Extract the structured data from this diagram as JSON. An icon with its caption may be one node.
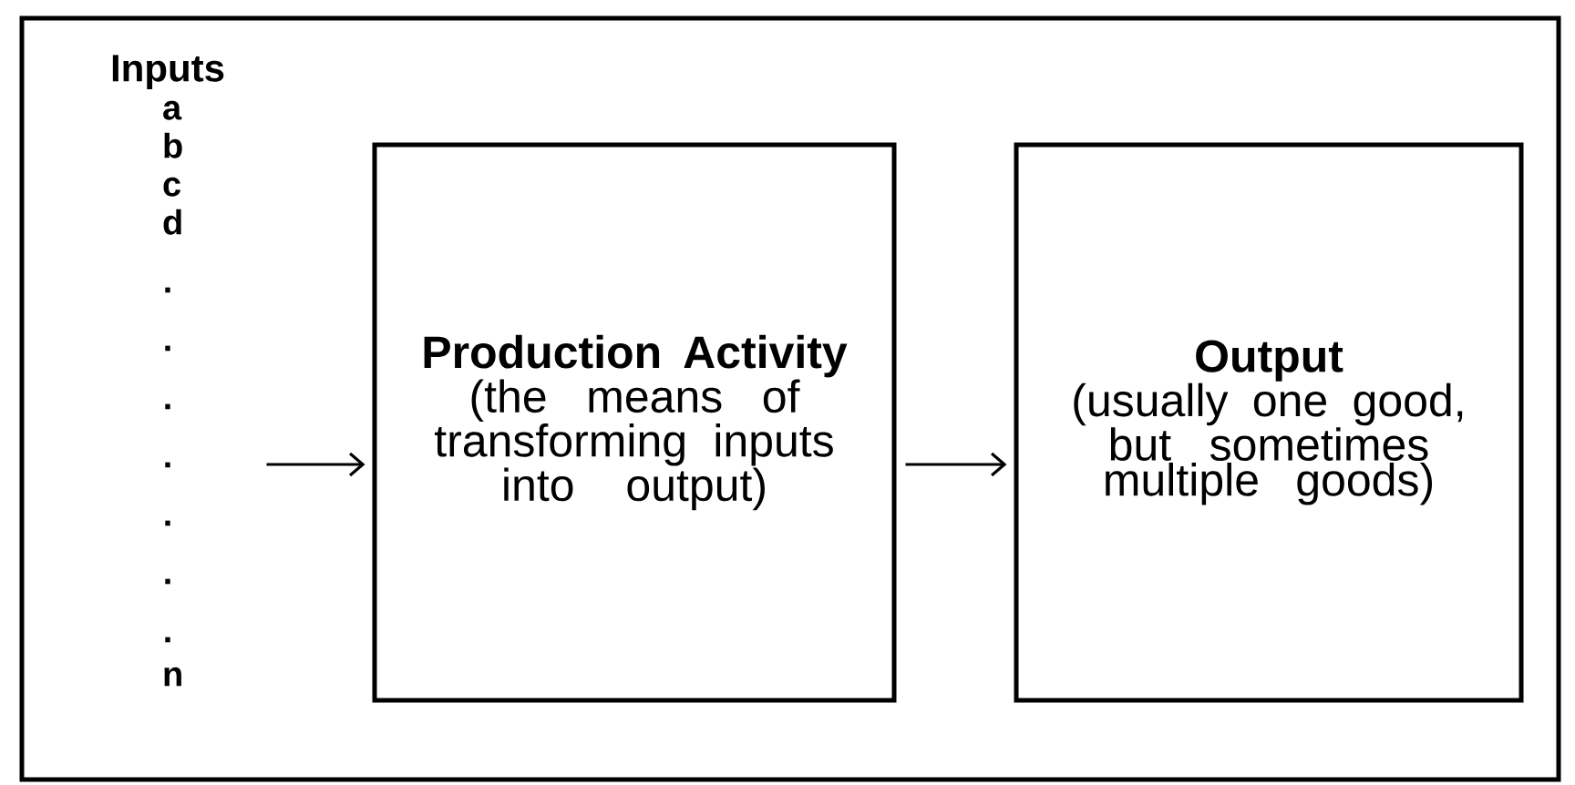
{
  "diagram": {
    "nodes": [
      {
        "text": [
          "Inputs",
          "a b c d",
          ". . . . . . .",
          "n"
        ]
      },
      {
        "text": [
          "Production Activity",
          "(the means of transforming inputs into output)"
        ]
      },
      {
        "text": [
          "Output",
          "(usually one good, but sometimes multiple goods)"
        ]
      }
    ],
    "edges": [
      {
        "from": 0,
        "to": 1,
        "arrow": "to"
      },
      {
        "from": 1,
        "to": 2,
        "arrow": "to"
      }
    ]
  }
}
